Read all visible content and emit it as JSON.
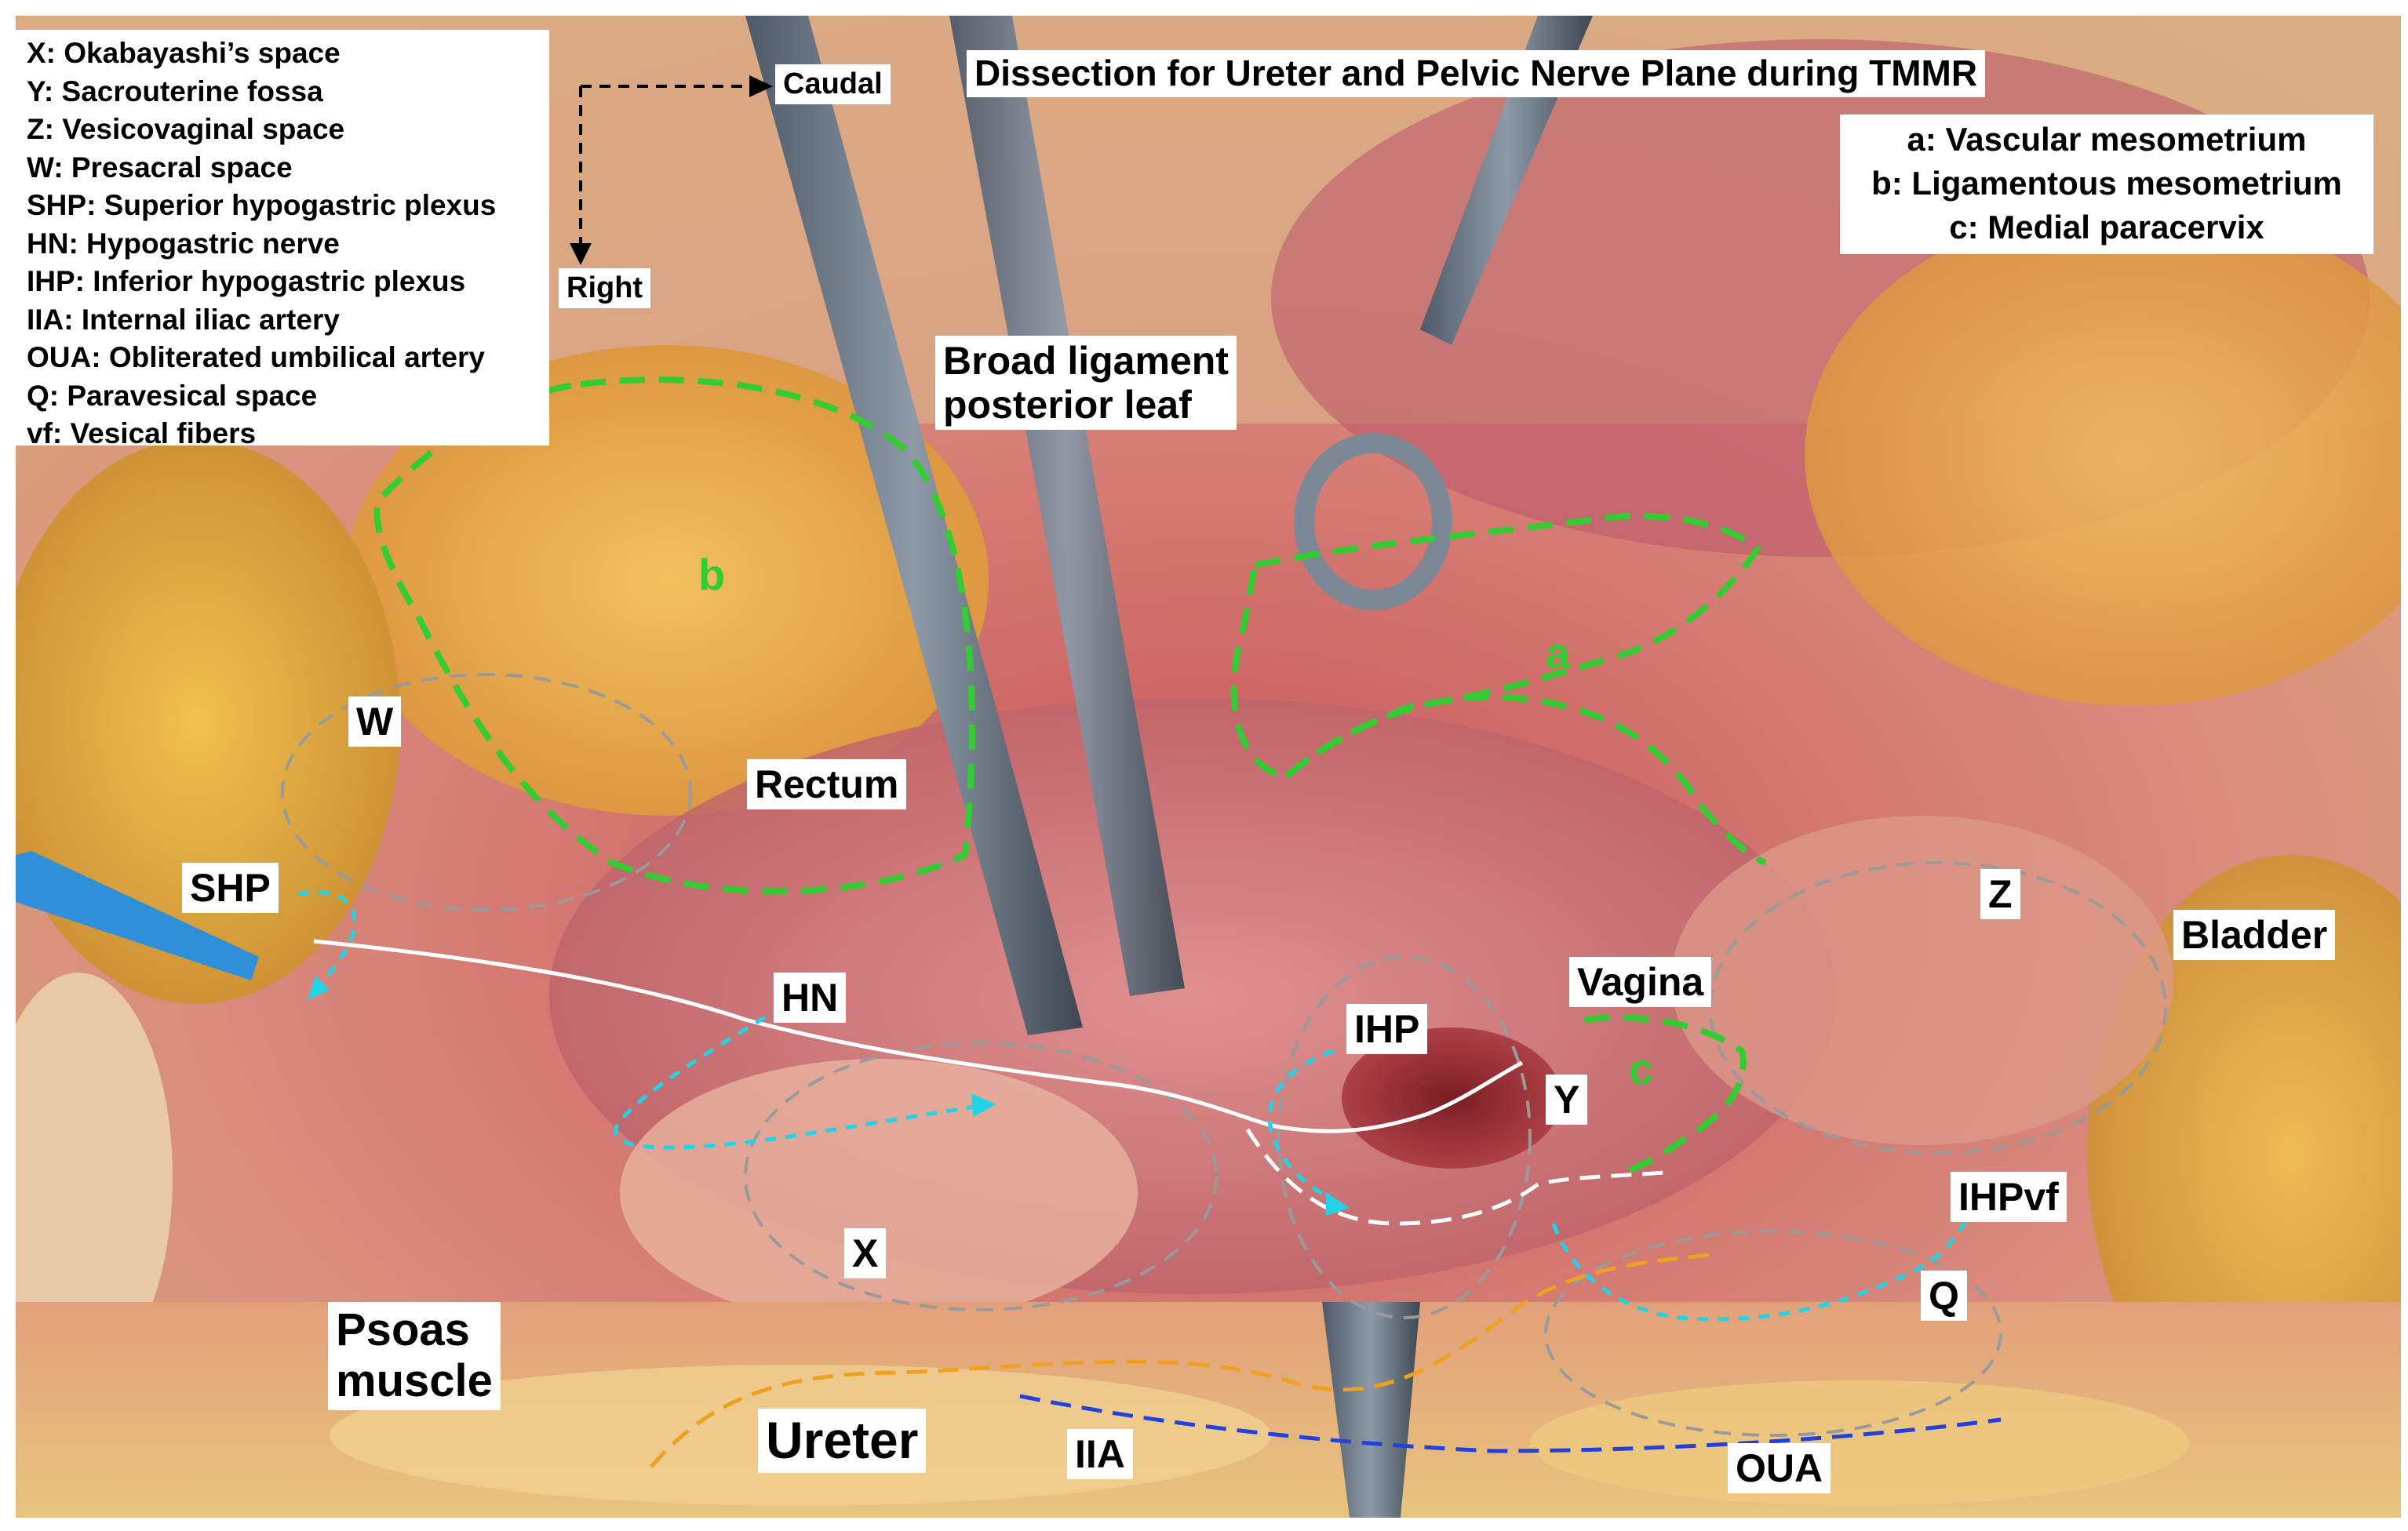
{
  "title": "Dissection for Ureter and Pelvic Nerve Plane during TMMR",
  "legend": [
    "X: Okabayashi’s space",
    "Y: Sacrouterine fossa",
    "Z: Vesicovaginal space",
    "W: Presacral space",
    "SHP: Superior hypogastric plexus",
    "HN: Hypogastric nerve",
    "IHP: Inferior hypogastric plexus",
    "IIA: Internal iliac artery",
    "OUA: Obliterated umbilical artery",
    "Q: Paravesical space",
    "vf: Vesical fibers"
  ],
  "mesometrium_legend": [
    "a: Vascular mesometrium",
    "b: Ligamentous mesometrium",
    "c: Medial paracervix"
  ],
  "orientation": {
    "caudal": "Caudal",
    "right": "Right"
  },
  "labels": {
    "broad_ligament_line1": "Broad ligament",
    "broad_ligament_line2": "posterior leaf",
    "w": "W",
    "rectum": "Rectum",
    "shp": "SHP",
    "hn": "HN",
    "ihp": "IHP",
    "vagina": "Vagina",
    "z": "Z",
    "bladder": "Bladder",
    "y": "Y",
    "ihpvf": "IHPvf",
    "x": "X",
    "q": "Q",
    "psoas_line1": "Psoas",
    "psoas_line2": "muscle",
    "ureter": "Ureter",
    "iia": "IIA",
    "oua": "OUA"
  },
  "overlay_letters": {
    "a": "a",
    "b": "b",
    "c": "c"
  },
  "colors": {
    "ligament_outline": "#33cc33",
    "nerve_arrows": "#22d3e6",
    "pelvic_nerve_plane": "#ffffff",
    "ureter_path": "#f0a020",
    "iia_path": "#2040e0",
    "space_outlines": "#9a9a9a"
  }
}
